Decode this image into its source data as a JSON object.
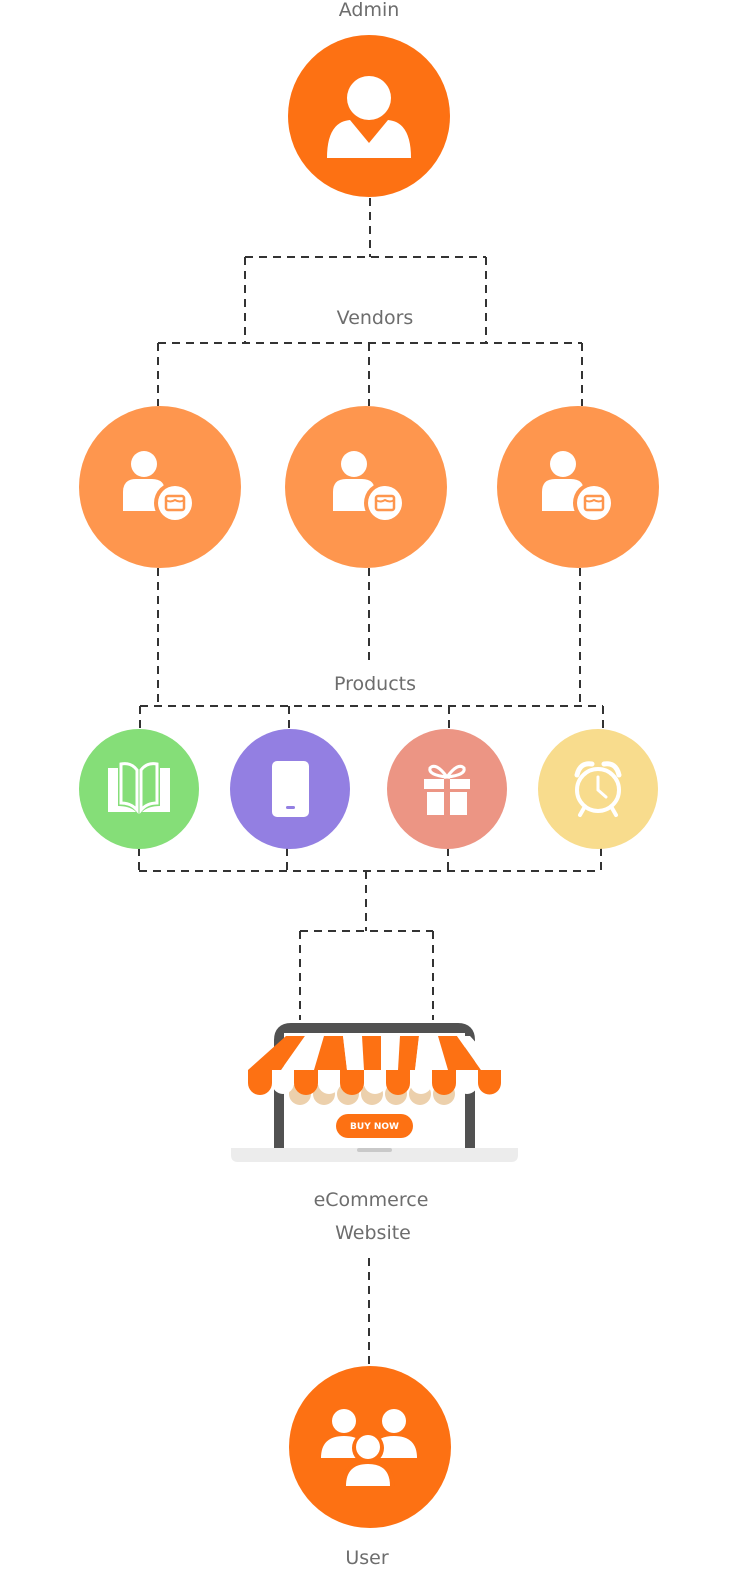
{
  "labels": {
    "admin": "Admin",
    "vendors": "Vendors",
    "products": "Products",
    "website_line1": "eCommerce",
    "website_line2": "Website",
    "user": "User",
    "buy_now": "BUY NOW"
  },
  "nodes": {
    "admin": {
      "icon": "admin-user-icon",
      "color": "#fd7113"
    },
    "vendors": [
      {
        "icon": "vendor-store-icon",
        "color": "#fe964e"
      },
      {
        "icon": "vendor-store-icon",
        "color": "#fe964e"
      },
      {
        "icon": "vendor-store-icon",
        "color": "#fe964e"
      }
    ],
    "products": [
      {
        "icon": "book-icon",
        "color": "#85de78"
      },
      {
        "icon": "smartphone-icon",
        "color": "#937fe2"
      },
      {
        "icon": "gift-icon",
        "color": "#ec9584"
      },
      {
        "icon": "alarm-clock-icon",
        "color": "#f8dc8d"
      }
    ],
    "website": {
      "icon": "storefront-laptop-icon",
      "accent": "#fd7113"
    },
    "user": {
      "icon": "user-group-icon",
      "color": "#fd7113"
    }
  }
}
